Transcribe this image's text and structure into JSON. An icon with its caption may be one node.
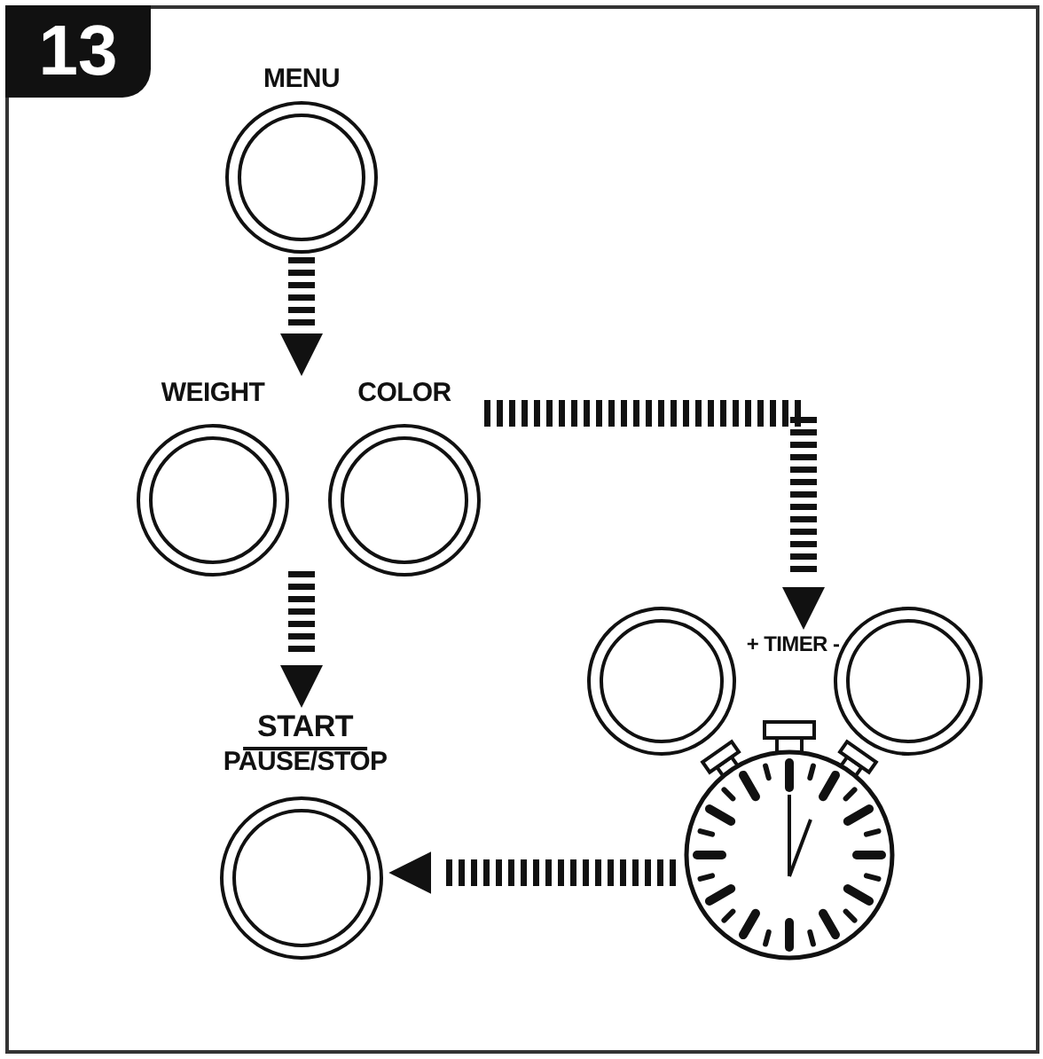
{
  "diagram": {
    "nodes": [
      {
        "text": [
          "MENU"
        ]
      },
      {
        "text": [
          "WEIGHT"
        ]
      },
      {
        "text": [
          "COLOR"
        ]
      },
      {
        "text": [
          "+ TIMER -"
        ]
      },
      {
        "text": [],
        "shape": "circle"
      },
      {
        "text": [],
        "shape": "circle"
      },
      {
        "text": [],
        "shape": "picture"
      },
      {
        "text": [
          "START",
          "PAUSE/STOP"
        ]
      }
    ],
    "edges": [
      {
        "from": 0,
        "to": 1,
        "arrow": "to"
      },
      {
        "from": null,
        "to": 7,
        "arrow": "to"
      },
      {
        "from": 2,
        "to": 3,
        "arrow": "to"
      },
      {
        "from": 6,
        "to": 7,
        "arrow": "to"
      }
    ],
    "labels": [
      "13"
    ]
  }
}
